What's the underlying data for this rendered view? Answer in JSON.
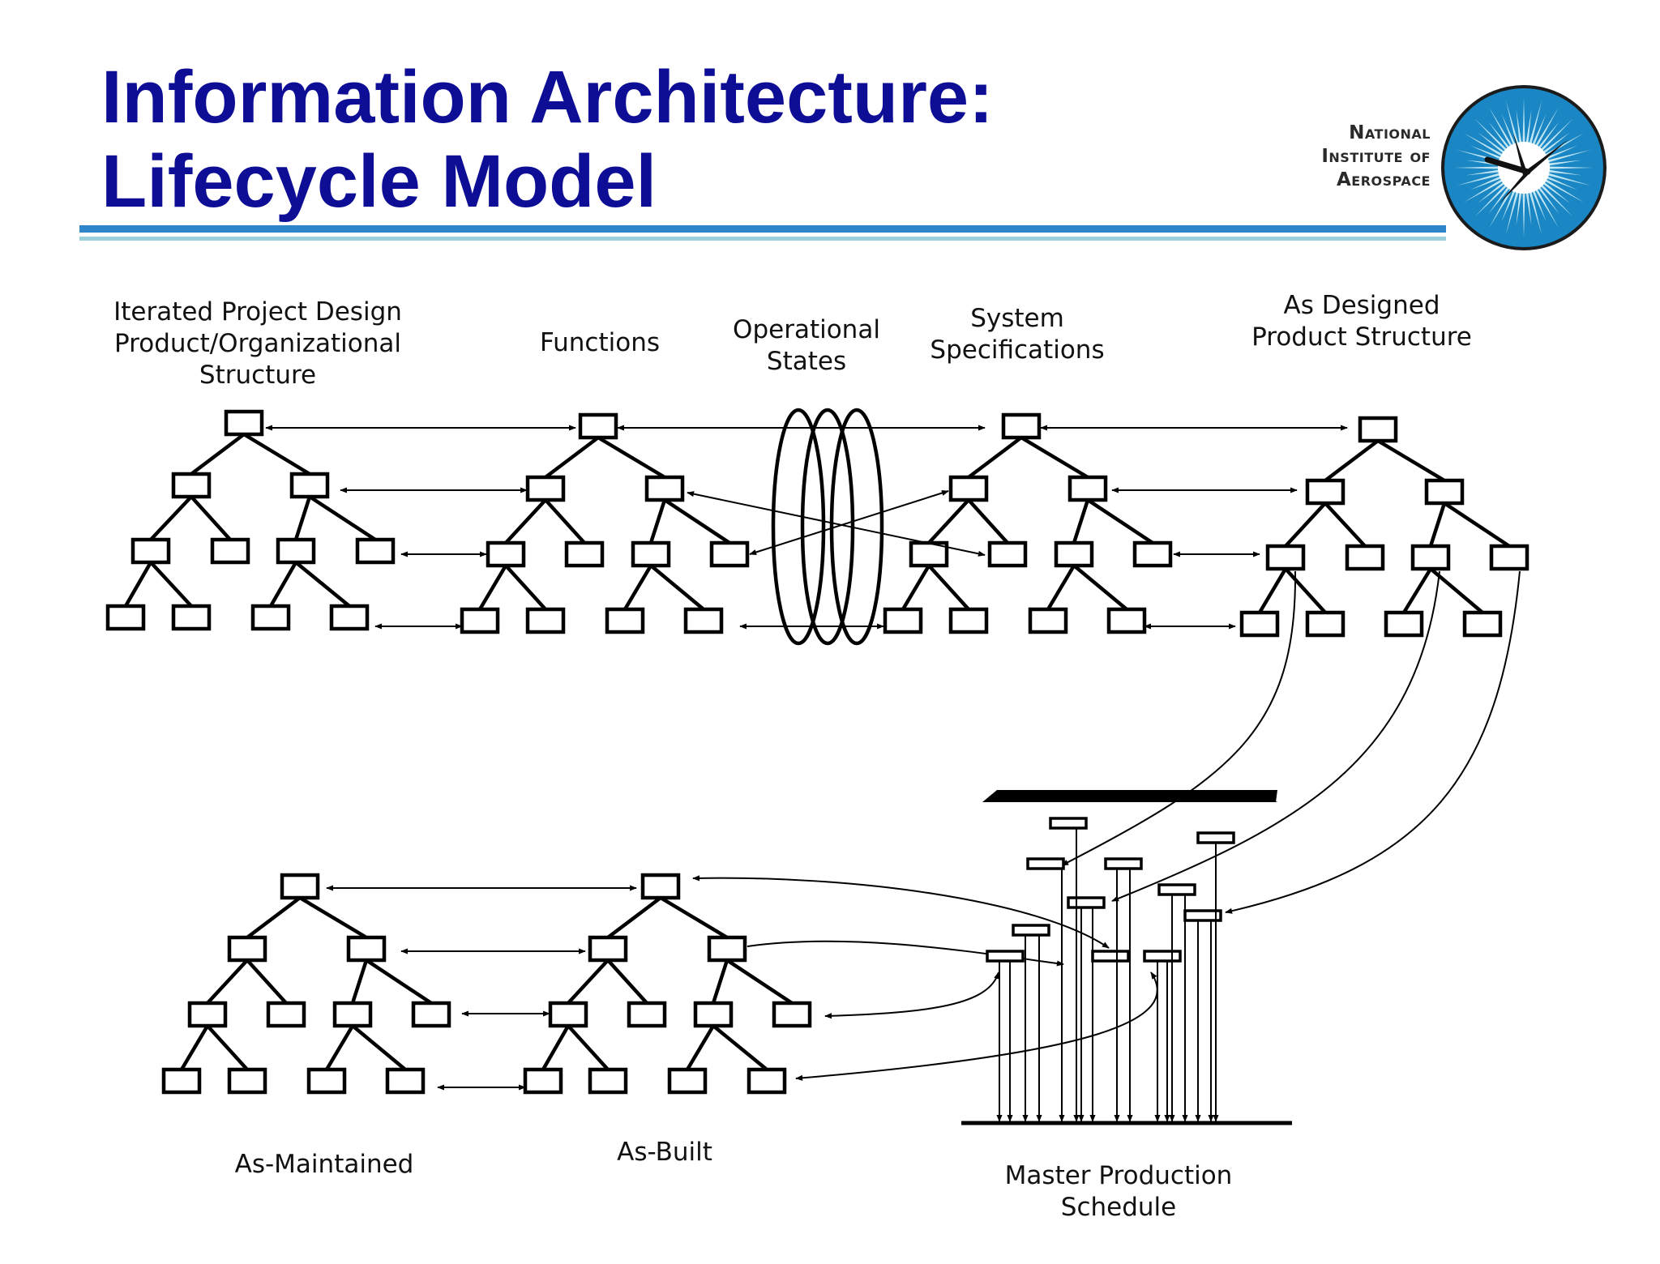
{
  "slide": {
    "title": "Information Architecture: Lifecycle Model",
    "org": {
      "line1": "National",
      "line2": "Institute of",
      "line3": "Aerospace"
    }
  },
  "labels": {
    "iterated": "Iterated Project Design\nProduct/Organizational\nStructure",
    "functions": "Functions",
    "operational": "Operational\nStates",
    "system_specs": "System\nSpecifications",
    "as_designed": "As Designed\nProduct Structure",
    "as_maintained": "As-Maintained",
    "as_built": "As-Built",
    "master_schedule": "Master Production\nSchedule"
  },
  "colors": {
    "title": "#0d0d96",
    "rule_primary": "#2e86c8",
    "rule_secondary": "#9ad0dc",
    "logo_ring": "#1a86c4"
  },
  "logo_icon": "nia-starburst-icon"
}
